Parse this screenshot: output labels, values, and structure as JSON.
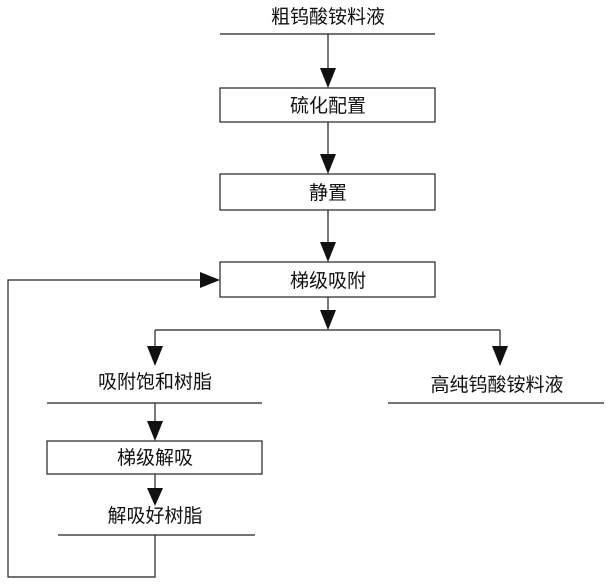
{
  "nodes": {
    "input": "粗钨酸铵料液",
    "sulfurize": "硫化配置",
    "settle": "静置",
    "adsorb": "梯级吸附",
    "saturated": "吸附饱和树脂",
    "product": "高纯钨酸铵料液",
    "desorb": "梯级解吸",
    "regenerated": "解吸好树脂"
  }
}
